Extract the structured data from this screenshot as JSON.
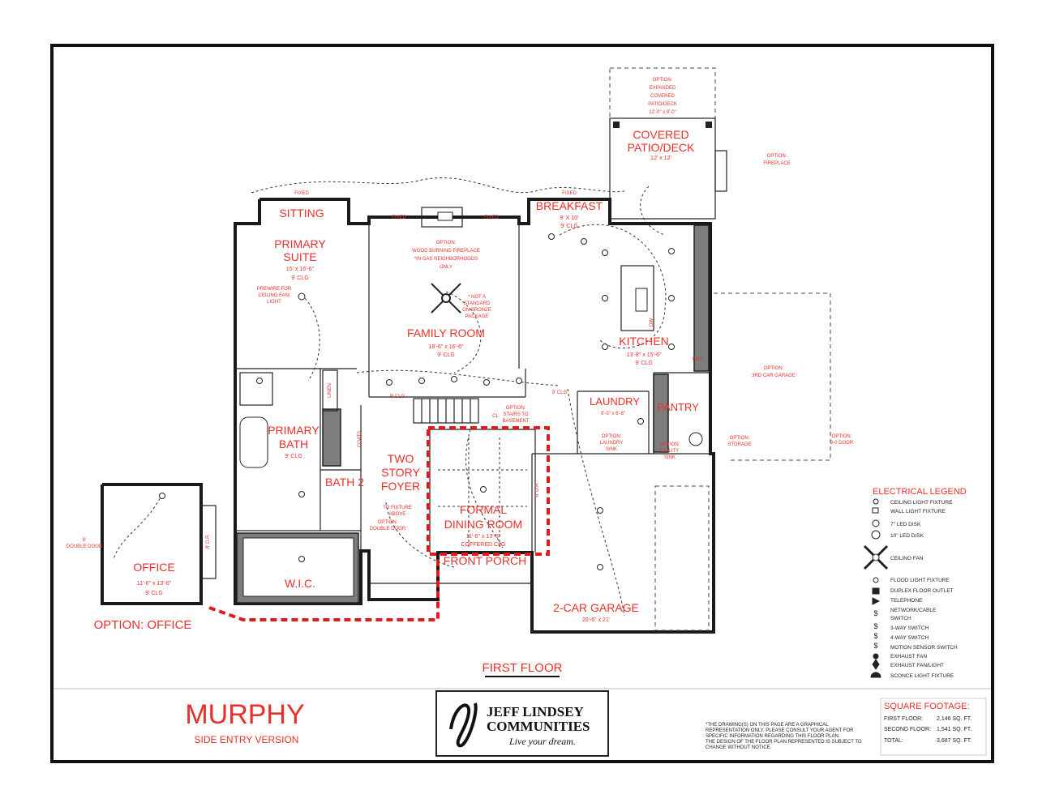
{
  "title": "MURPHY",
  "subtitle": "SIDE ENTRY VERSION",
  "floor_label": "FIRST FLOOR",
  "option_office_label": "OPTION: OFFICE",
  "logo": {
    "line1": "JEFF LINDSEY",
    "line2": "COMMUNITIES",
    "tagline": "Live your dream."
  },
  "disclaimer": [
    "*THE DRAWING(S) ON THIS PAGE ARE A GRAPHICAL",
    "REPRESENTATION ONLY. PLEASE CONSULT YOUR AGENT FOR",
    "SPECIFIC INFORMATION REGARDING THIS FLOOR PLAN.",
    "THE DESIGN OF THE FLOOR PLAN REPRESENTED IS SUBJECT TO",
    "CHANGE WITHOUT NOTICE."
  ],
  "square_footage": {
    "title": "SQUARE FOOTAGE:",
    "rows": [
      {
        "label": "FIRST FLOOR:",
        "value": "2,146 SQ. FT."
      },
      {
        "label": "SECOND FLOOR:",
        "value": "1,541 SQ. FT."
      },
      {
        "label": "TOTAL:",
        "value": "3,687 SQ. FT."
      }
    ]
  },
  "legend": {
    "title": "ELECTRICAL LEGEND",
    "items": [
      "CEILING LIGHT FIXTURE",
      "WALL LIGHT FIXTURE",
      "7\" LED DISK",
      "10\" LED DISK",
      "CEILING FAN",
      "FLOOD LIGHT FIXTURE",
      "DUPLEX FLOOR OUTLET",
      "TELEPHONE",
      "NETWORK/CABLE",
      "SWITCH",
      "3-WAY SWITCH",
      "4-WAY SWITCH",
      "MOTION SENSOR SWITCH",
      "EXHAUST FAN",
      "EXHAUST FAN/LIGHT",
      "SCONCE LIGHT FIXTURE"
    ]
  },
  "rooms": {
    "sitting": "SITTING",
    "primary_suite": [
      "PRIMARY",
      "SUITE"
    ],
    "primary_suite_dims": "15' x 16'-6\"",
    "primary_suite_clg": "9' CLG",
    "prewire": [
      "PREWIRE FOR",
      "CEILING FAN/",
      "LIGHT"
    ],
    "family_room": "FAMILY ROOM",
    "family_room_dims": "18'-6\" x 16'-6\"",
    "family_room_clg": "9' CLG",
    "breakfast": "BREAKFAST",
    "breakfast_dims": "9' X 10'",
    "breakfast_clg": "9' CLG",
    "kitchen": "KITCHEN",
    "kitchen_dims": "13'-8\" x 15'-6\"",
    "kitchen_clg": "9' CLG",
    "covered_patio": [
      "COVERED",
      "PATIO/DECK"
    ],
    "covered_patio_dims": "12' x 12'",
    "laundry": "LAUNDRY",
    "laundry_dims": "9'-0\" x 6'-6\"",
    "pantry": "PANTRY",
    "primary_bath": [
      "PRIMARY",
      "BATH"
    ],
    "primary_bath_clg": "9' CLG",
    "bath2": "BATH 2",
    "wic": "W.I.C.",
    "two_story_foyer": [
      "TWO",
      "STORY",
      "FOYER"
    ],
    "formal_dining": [
      "FORMAL",
      "DINING ROOM"
    ],
    "formal_dining_dims": "11'-6\" x 13'-6\"",
    "formal_dining_clg": "COFFERED CLG",
    "front_porch": "FRONT PORCH",
    "garage": "2-CAR GARAGE",
    "garage_dims": "20'-6\" x 21'",
    "office": "OFFICE",
    "office_dims": "11'-6\" x 13'-6\"",
    "office_clg": "9' CLG",
    "third_car_garage": [
      "OPTION:",
      "3RD CAR GARAGE"
    ]
  },
  "notes": {
    "fixed": "FIXED",
    "fireplace_option": [
      "OPTION:",
      "WOOD BURNING FIREPLACE",
      "*IN GAS NEIGHBORHOODS",
      "ONLY"
    ],
    "not_standard": [
      "* NOT A",
      "STANDARD",
      "ON BRONZE",
      "PACKAGE"
    ],
    "expanded_patio": [
      "OPTION:",
      "EXPANDED",
      "COVERED",
      "PATIO/DECK",
      "12'-0\" x 8'-0\""
    ],
    "fireplace2": [
      "OPTION:",
      "FIREPLACE"
    ],
    "stairs_option": [
      "OPTION:",
      "STAIRS TO",
      "BASEMENT"
    ],
    "laundry_sink": [
      "OPTION:",
      "LAUNDRY",
      "SINK"
    ],
    "utility_sink": [
      "OPTION:",
      "UTILITY",
      "SINK"
    ],
    "to_fixture": [
      "TO FIXTURE",
      "ABOVE"
    ],
    "double_door": [
      "OPTION:",
      "DOUBLE DOOR"
    ],
    "office_double_door": [
      "8'",
      "DOUBLE DOOR"
    ],
    "dr_8": "8' D.R.",
    "door_3": [
      "OPTION:",
      "3-0 DOOR"
    ],
    "coats": "COATS",
    "linen": "LINEN",
    "cl": "CL",
    "ref": "REF",
    "dw": "DW",
    "clg_9": "9' CLG",
    "storage": [
      "OPTION:",
      "STORAGE"
    ]
  }
}
